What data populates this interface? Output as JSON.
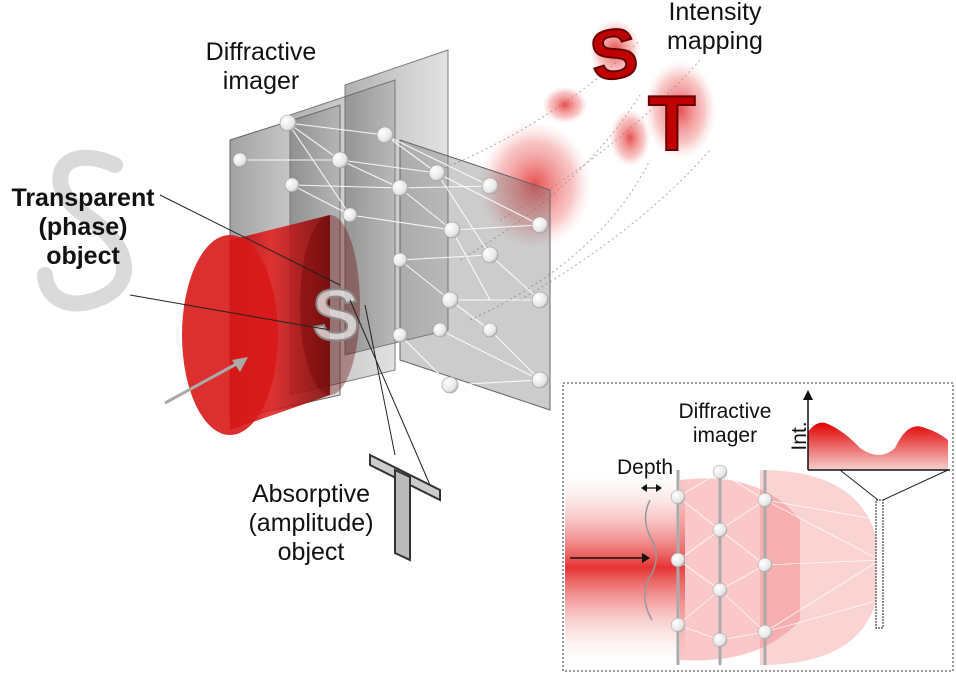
{
  "labels": {
    "intensity_mapping": "Intensity\nmapping",
    "diffractive_imager": "Diffractive\nimager",
    "transparent_object": "Transparent\n(phase)\nobject",
    "absorptive_object": "Absorptive\n(amplitude)\nobject",
    "inset_diffractive_imager": "Diffractive\nimager",
    "inset_depth": "Depth",
    "inset_int_axis": "Int."
  },
  "glyphs": {
    "s_letter": "S",
    "t_letter": "T"
  },
  "colors": {
    "beam_red": "#d40000",
    "light_red": "#f5a0a0",
    "plate_gray": "#7a7a7a",
    "inset_border": "#333333"
  }
}
